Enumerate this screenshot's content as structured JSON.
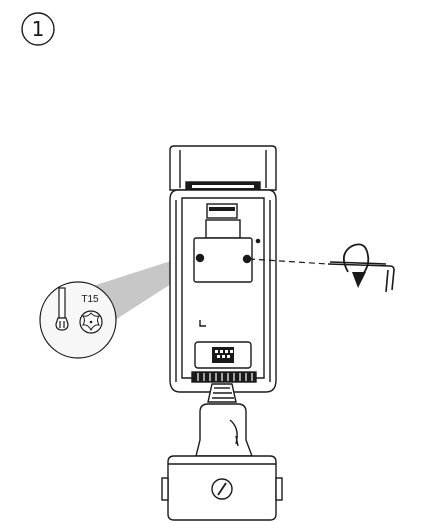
{
  "step": {
    "number": "1"
  },
  "callout": {
    "torx_label": "T15"
  },
  "colors": {
    "line": "#1a1a1a",
    "fill_light": "#f5f5f5",
    "fill_dark": "#1a1a1a",
    "callout_gray": "#bdbdbd",
    "callout_circle_fill": "#f7f7f7"
  },
  "icons": {
    "step_badge": "circled-number",
    "tool": "hex-key-wrench-icon",
    "rotation": "counterclockwise-arrow-icon",
    "torx": "torx-screw-icon",
    "mount_slot": "slot-screw-icon"
  }
}
